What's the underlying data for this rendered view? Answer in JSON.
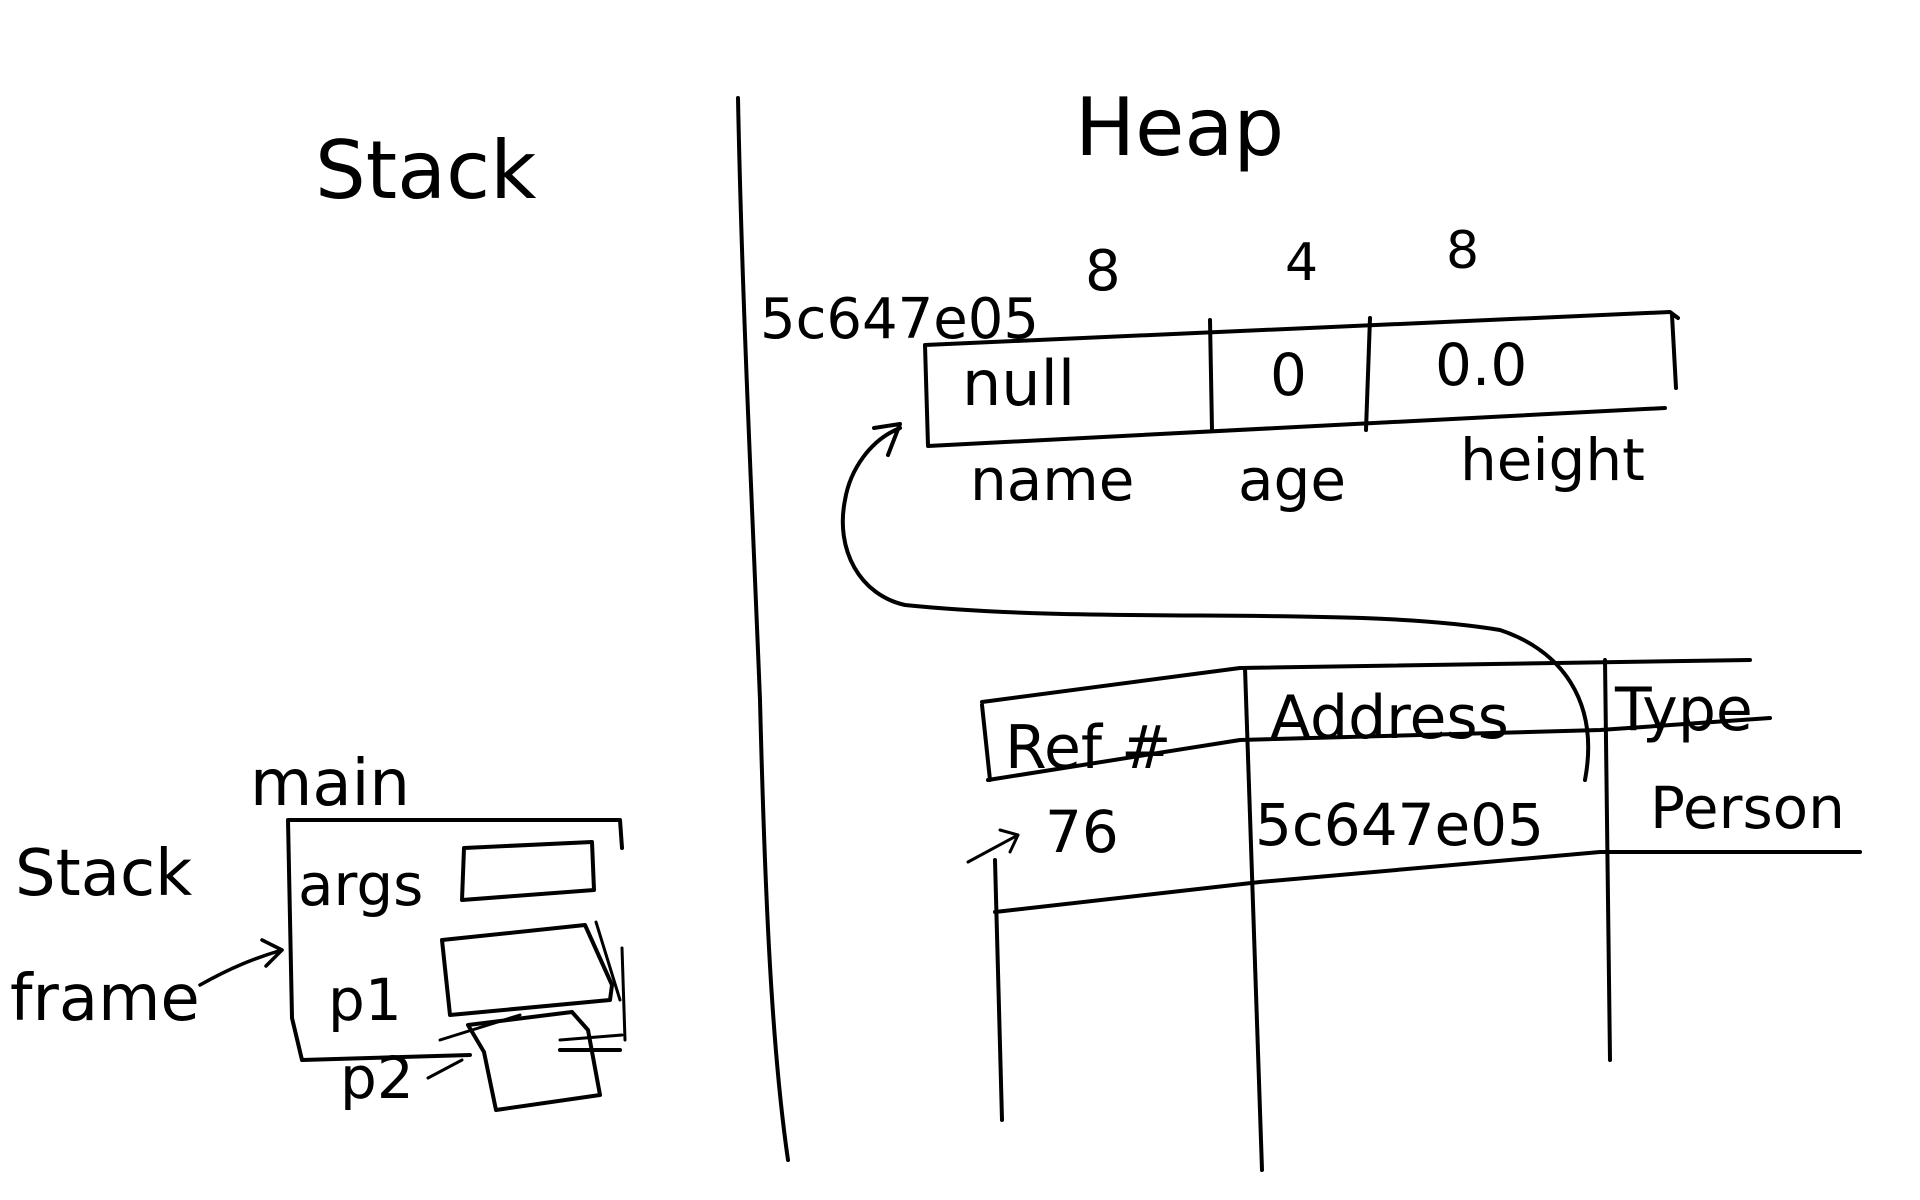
{
  "stack": {
    "title": "Stack",
    "frame_name": "main",
    "frame_label_line1": "Stack",
    "frame_label_line2": "frame",
    "vars": [
      "args",
      "p1",
      "p2"
    ]
  },
  "heap": {
    "title": "Heap",
    "object_address": "5c647e05",
    "field_sizes": [
      "8",
      "4",
      "8"
    ],
    "field_values": [
      "null",
      "0",
      "0.0"
    ],
    "field_names": [
      "name",
      "age",
      "height"
    ]
  },
  "ref_table": {
    "headers": [
      "Ref #",
      "Address",
      "Type"
    ],
    "rows": [
      {
        "ref": "76",
        "address": "5c647e05",
        "type": "Person"
      }
    ]
  },
  "colors": {
    "ink": "#000000",
    "background": "#ffffff"
  }
}
